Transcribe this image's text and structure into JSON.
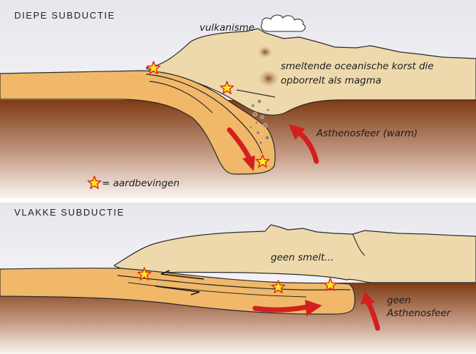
{
  "panels": {
    "deep": {
      "title": "DIEPE SUBDUCTIE",
      "labels": {
        "volcanism": "vulkanisme",
        "melt_line1": "smeltende oceanische korst die",
        "melt_line2": "opborrelt als magma",
        "asthenosphere": "Asthenosfeer (warm)",
        "legend": "= aardbevingen"
      }
    },
    "flat": {
      "title": "VLAKKE SUBDUCTIE",
      "labels": {
        "no_melt": "geen smelt...",
        "no_asth_line1": "geen",
        "no_asth_line2": "Asthenosfeer"
      }
    }
  },
  "colors": {
    "sky_top": "#e9e9ee",
    "continent": "#eed9ad",
    "slab": "#f0b868",
    "mantle_top": "#7e3a14",
    "mantle_bottom": "#fbf5f0",
    "arrow": "#d41f1f",
    "star_fill": "#ffee1a",
    "star_stroke": "#e2281d"
  },
  "icons": {
    "earthquake": "star-icon",
    "flow": "arrow-icon",
    "cloud": "cloud-icon"
  }
}
